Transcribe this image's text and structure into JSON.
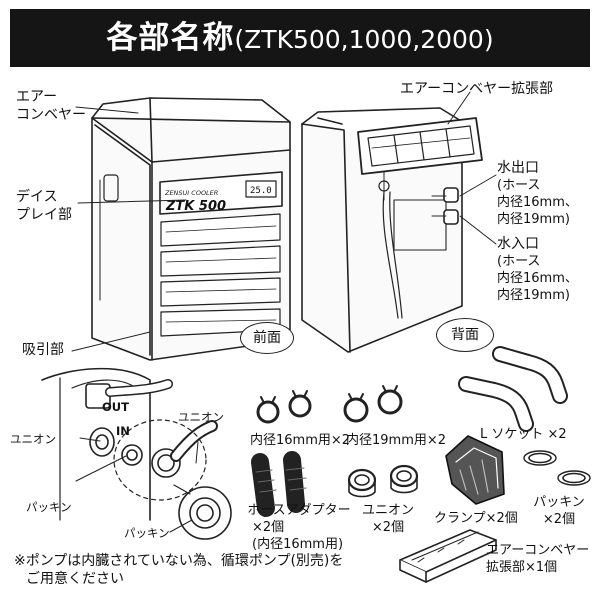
{
  "header": {
    "title_main": "各部名称",
    "title_sub": "(ZTK500,1000,2000)"
  },
  "unit_front": {
    "display_brand": "ZTK 500",
    "display_small": "ZENSUI COOLER",
    "display_reading": "25.0"
  },
  "labels": {
    "air_conveyor": [
      "エアー",
      "コンベヤー"
    ],
    "display": [
      "デイス",
      "プレイ部"
    ],
    "intake": "吸引部",
    "front": "前面",
    "back": "背面",
    "air_conveyor_ext": "エアーコンベヤー拡張部",
    "water_out": [
      "水出口",
      "(ホース",
      "内径16mm、",
      "内径19mm)"
    ],
    "water_in": [
      "水入口",
      "(ホース",
      "内径16mm、",
      "内径19mm)"
    ]
  },
  "detail": {
    "union_right": "ユニオン",
    "union_left": "ユニオン",
    "packing_left": "パッキン",
    "packing_bottom": "パッキン",
    "out_mark": "OUT",
    "in_mark": "IN"
  },
  "parts": {
    "clamp16": "内径16mm用×2",
    "clamp19": "内径19mm用×2",
    "l_socket": "L ソケット ×2",
    "hose_adapter": [
      "ホースアダプター",
      "×2個",
      "(内径16mm用)"
    ],
    "union": [
      "ユニオン",
      "×2個"
    ],
    "clamp": "クランプ×2個",
    "packing": [
      "パッキン",
      "×2個"
    ],
    "conveyor_ext": [
      "エアーコンベヤー",
      "拡張部×1個"
    ]
  },
  "note": [
    "※ポンプは内臓されていない為、循環ポンプ(別売)を",
    "ご用意ください"
  ]
}
